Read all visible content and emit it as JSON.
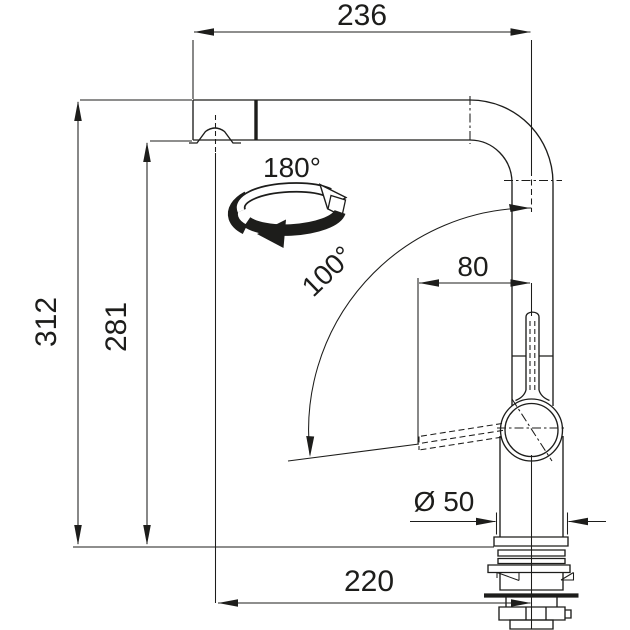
{
  "page": {
    "background": "#ffffff"
  },
  "drawing": {
    "subject": "Kitchen faucet with pull-out spray head, dimensioned side elevation",
    "units": "mm",
    "line_color": "#1d1d1b",
    "labels": {
      "spout_reach": "236",
      "total_height": "312",
      "spout_height": "281",
      "swivel_angle": "180°",
      "handle_swing_angle": "100°",
      "handle_offset": "80",
      "base_diameter": "Ø 50",
      "outlet_projection": "220"
    }
  }
}
